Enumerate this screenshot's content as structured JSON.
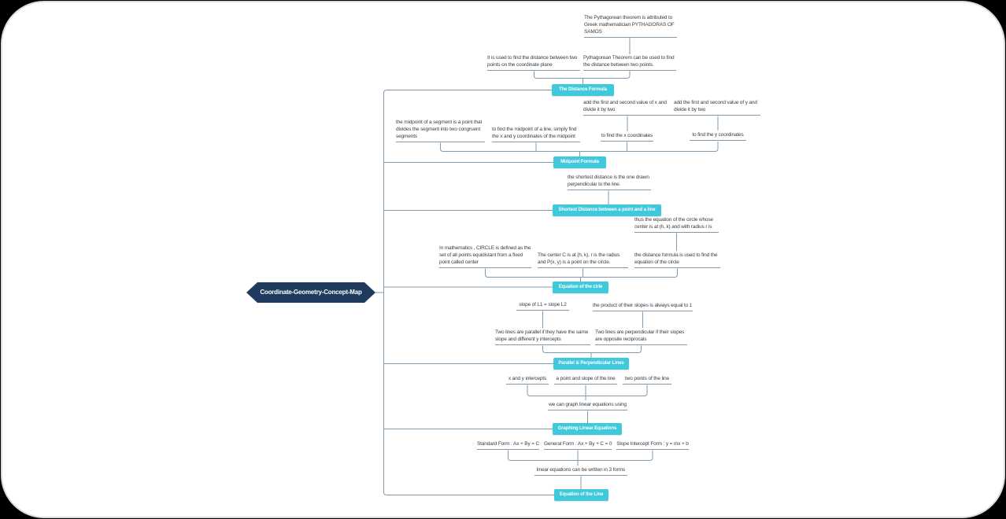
{
  "root": {
    "label": "Coordinate-Geometry-Concept-Map"
  },
  "colors": {
    "topic_fill": "#40C8DB",
    "root_fill": "#1E3A5E",
    "connector": "#8299AD"
  },
  "topics": {
    "distance": "The Distance Formula",
    "midpoint": "Midpoint Formula",
    "shortest": "Shortest Distance between a point and a line",
    "circle": "Equation of the cirle",
    "parallel": "Parallel & Perpendicular Lines",
    "graphing": "Graphing Linear Equations",
    "line": "Equation of the Line"
  },
  "notes": {
    "pythagoras_origin": "The Pythagorean theorem is attributed to Greek mathematician PYTHAGORAS OF SAMOS",
    "distance_use": "It is used to find the distance between two points on the coordinate plane",
    "pythagorean_distance": "Pythagorean Theorem can be used to find the distance between two points.",
    "midpoint_def": "the midpoint of a segment is a point that divides the segment into two congruent segments",
    "midpoint_how": "to find the midpoint of a line, simply find the x and y coordinates of the midpoint",
    "add_x": "add the first and second value of x and divide it by two",
    "find_x": "to find the x coordinates",
    "add_y": "add the first and second value of y and divide it by two",
    "find_y": "to find the y coordinates",
    "shortest_note": "the shortest distance is the one drawn perpendicular to the line.",
    "circle_eq_thus": "thus the equation of the circle whose center is at (h, k) and with radius r is",
    "circle_def": "In mathematics , CIRCLE is defined as the set of all points equidistant from a fixed point called center",
    "circle_center": "The center C is at (h, k), r is the radius and P(x, y) is a point on the circle.",
    "circle_distance": "the distance formula is used to find the equation of the circle",
    "slope_equal": "slope of L1 = slope L2",
    "product_slopes": "the product of their slopes is always equal to 1",
    "parallel_def": "Two lines are parallel if they have the same slope and different y intercepts",
    "perpendicular_def": "Two lines are perpendicular if their slopes are opposite reciprocals",
    "xy_intercepts": "x and y intercepts",
    "point_slope": "a point and slope of the line",
    "two_points": "two points of the line",
    "graph_using": "we can graph linear equations using",
    "standard_form": "Standard Form : Ax + By = C",
    "general_form": "General Form : Ax + By + C = 0",
    "slope_intercept": "Slope Intercept Form : y = mx + b",
    "three_forms": "linear equations can be written in 3 forms"
  }
}
